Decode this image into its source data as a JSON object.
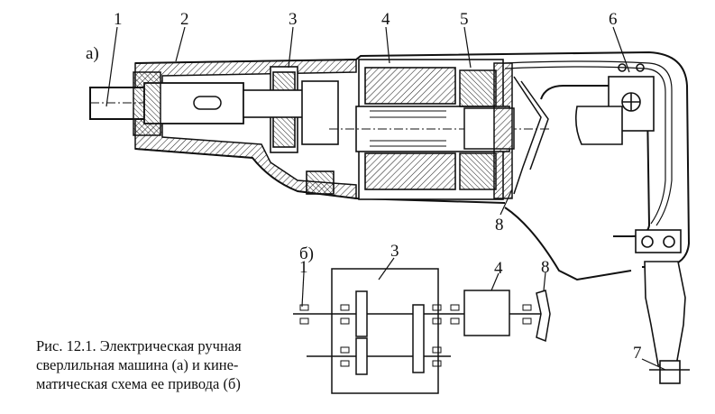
{
  "figure": {
    "part_a_label": "а)",
    "part_b_label": "б)",
    "callouts_a": [
      "1",
      "2",
      "3",
      "4",
      "5",
      "6",
      "8",
      "7"
    ],
    "callouts_b": [
      "1",
      "3",
      "4",
      "8"
    ],
    "caption_lines": [
      "Рис. 12.1. Электрическая ручная",
      "сверлильная машина (а) и кине-",
      "матическая схема ее привода (б)"
    ]
  }
}
